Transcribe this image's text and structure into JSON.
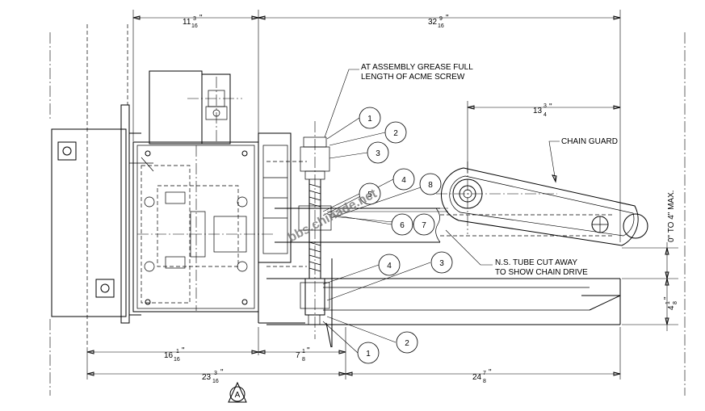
{
  "notes": {
    "grease_line1": "AT ASSEMBLY GREASE FULL",
    "grease_line2": "LENGTH OF ACME SCREW",
    "chain_guard": "CHAIN GUARD",
    "tube_line1": "N.S. TUBE CUT AWAY",
    "tube_line2": "TO SHOW CHAIN DRIVE",
    "range": "0\" TO 4\" MAX."
  },
  "dimensions": {
    "top_left": {
      "whole": "11",
      "num": "3",
      "den": "16",
      "unit": "\""
    },
    "top_right": {
      "whole": "32",
      "num": "9",
      "den": "16",
      "unit": "\""
    },
    "chain": {
      "whole": "13",
      "num": "3",
      "den": "4",
      "unit": "\""
    },
    "bottom_left": {
      "whole": "16",
      "num": "1",
      "den": "16",
      "unit": "\""
    },
    "bottom_mid": {
      "whole": "7",
      "num": "1",
      "den": "8",
      "unit": "\""
    },
    "overall_left": {
      "whole": "23",
      "num": "3",
      "den": "16",
      "unit": "\""
    },
    "overall_right": {
      "whole": "24",
      "num": "7",
      "den": "8",
      "unit": "\""
    },
    "side": {
      "whole": "4",
      "num": "1",
      "den": "8",
      "unit": "\""
    }
  },
  "callouts": [
    "1",
    "2",
    "3",
    "4",
    "5",
    "6",
    "7",
    "8",
    "3",
    "4",
    "2",
    "1"
  ],
  "section_mark": "A",
  "watermark": "bbs.chinade.net"
}
